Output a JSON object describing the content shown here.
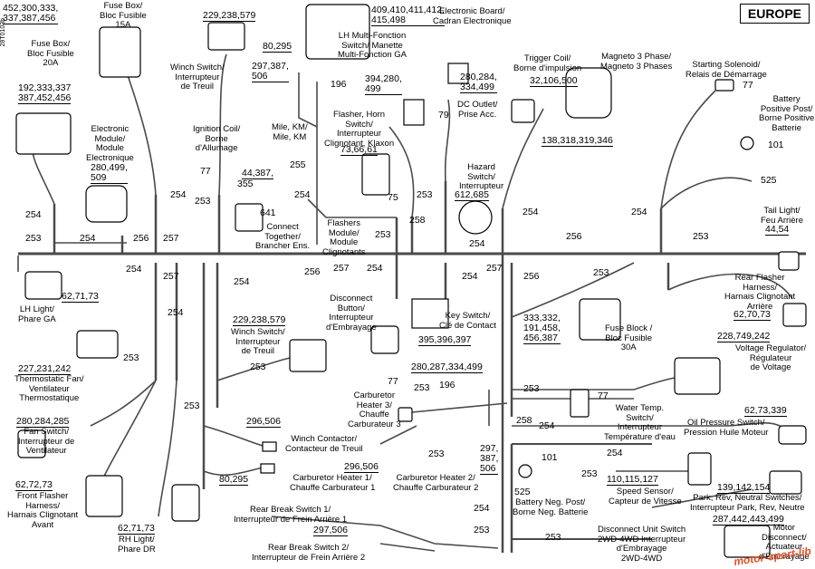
{
  "region": "EUROPE",
  "doc_id": "28T0103b",
  "watermark": "motor-sport-lib",
  "wire_numbers": [
    {
      "id": "w254a",
      "text": "254"
    },
    {
      "id": "w253a",
      "text": "253"
    },
    {
      "id": "w254b",
      "text": "254"
    },
    {
      "id": "w256a",
      "text": "256"
    },
    {
      "id": "w257a",
      "text": "257"
    },
    {
      "id": "w254c",
      "text": "254"
    },
    {
      "id": "w253b",
      "text": "253"
    },
    {
      "id": "w255",
      "text": "255"
    },
    {
      "id": "w254d",
      "text": "254"
    },
    {
      "id": "w253c",
      "text": "253"
    },
    {
      "id": "w258a",
      "text": "258"
    },
    {
      "id": "w254e",
      "text": "254"
    },
    {
      "id": "w256b",
      "text": "256"
    },
    {
      "id": "w254f",
      "text": "254"
    },
    {
      "id": "w253d",
      "text": "253"
    },
    {
      "id": "w254g",
      "text": "254"
    },
    {
      "id": "w257b",
      "text": "257"
    },
    {
      "id": "w254h",
      "text": "254"
    },
    {
      "id": "w256c",
      "text": "256"
    },
    {
      "id": "w257c",
      "text": "257"
    },
    {
      "id": "w254i",
      "text": "254"
    },
    {
      "id": "w253e",
      "text": "253"
    },
    {
      "id": "w257d",
      "text": "257"
    },
    {
      "id": "w256d",
      "text": "256"
    },
    {
      "id": "w253f",
      "text": "253"
    },
    {
      "id": "w254j",
      "text": "254"
    },
    {
      "id": "w254k",
      "text": "254"
    },
    {
      "id": "w253g",
      "text": "253"
    },
    {
      "id": "w254l",
      "text": "254"
    },
    {
      "id": "w253h",
      "text": "253"
    },
    {
      "id": "w253i",
      "text": "253"
    },
    {
      "id": "w253j",
      "text": "253"
    },
    {
      "id": "w196b",
      "text": "196"
    },
    {
      "id": "w253k",
      "text": "253"
    },
    {
      "id": "w258b",
      "text": "258"
    },
    {
      "id": "w254m",
      "text": "254"
    },
    {
      "id": "w254n",
      "text": "254"
    },
    {
      "id": "w253l",
      "text": "253"
    },
    {
      "id": "w254o",
      "text": "254"
    },
    {
      "id": "w253m",
      "text": "253"
    },
    {
      "id": "w253n",
      "text": "253"
    },
    {
      "id": "w253o",
      "text": "253"
    },
    {
      "id": "w196a",
      "text": "196"
    },
    {
      "id": "w75",
      "text": "75"
    },
    {
      "id": "w77a",
      "text": "77"
    },
    {
      "id": "w77b",
      "text": "77"
    },
    {
      "id": "w77c",
      "text": "77"
    },
    {
      "id": "w77d",
      "text": "77"
    },
    {
      "id": "w79",
      "text": "79"
    },
    {
      "id": "w101a",
      "text": "101"
    },
    {
      "id": "w101b",
      "text": "101"
    },
    {
      "id": "w525a",
      "text": "525"
    },
    {
      "id": "w525b",
      "text": "525"
    },
    {
      "id": "w641",
      "text": "641"
    },
    {
      "id": "w355",
      "text": "355"
    }
  ],
  "part_numbers": [
    {
      "id": "p_fuse15",
      "text": "452,300,333,\n337,387,456"
    },
    {
      "id": "p_fuse20",
      "text": "192,333,337\n387,452,456"
    },
    {
      "id": "p_winch1",
      "text": "229,238,579"
    },
    {
      "id": "p_mile1",
      "text": "80,295"
    },
    {
      "id": "p_mile2",
      "text": "297,387,\n506"
    },
    {
      "id": "p_elec",
      "text": "409,410,411,412,\n415,498"
    },
    {
      "id": "p_ecm",
      "text": "280,499,\n509"
    },
    {
      "id": "p_flasherhorn",
      "text": "394,280,\n499"
    },
    {
      "id": "p_dcout",
      "text": "280,284,\n334,499"
    },
    {
      "id": "p_trig",
      "text": "32,106,500"
    },
    {
      "id": "p_mag",
      "text": "138,318,319,346"
    },
    {
      "id": "p_klax",
      "text": "73,66,61"
    },
    {
      "id": "p_connect",
      "text": "44,387,"
    },
    {
      "id": "p_hazard",
      "text": "612,685"
    },
    {
      "id": "p_tail",
      "text": "44,54"
    },
    {
      "id": "p_lhl",
      "text": "62,71,73"
    },
    {
      "id": "p_thermo",
      "text": "227,231,242"
    },
    {
      "id": "p_fan",
      "text": "280,284,285"
    },
    {
      "id": "p_ffl",
      "text": "62,72,73"
    },
    {
      "id": "p_rhl",
      "text": "62,71,73"
    },
    {
      "id": "p_winch2",
      "text": "229,238,579"
    },
    {
      "id": "p_contact",
      "text": "296,506"
    },
    {
      "id": "p_carb1",
      "text": "80,295"
    },
    {
      "id": "p_carb2",
      "text": "296,506"
    },
    {
      "id": "p_carb3",
      "text": "297,\n387,\n506"
    },
    {
      "id": "p_disc",
      "text": "280,287,334,499"
    },
    {
      "id": "p_key",
      "text": "395,396,397"
    },
    {
      "id": "p_fuse30",
      "text": "333,332,\n191,458,\n456,387"
    },
    {
      "id": "p_rear",
      "text": "62,70,73"
    },
    {
      "id": "p_volt",
      "text": "228,749,242"
    },
    {
      "id": "p_oil",
      "text": "62,73,339"
    },
    {
      "id": "p_speed",
      "text": "110,115,127"
    },
    {
      "id": "p_park",
      "text": "139,142,154"
    },
    {
      "id": "p_rbs",
      "text": "297,506"
    },
    {
      "id": "p_motor",
      "text": "287,442,443,499"
    },
    {
      "id": "p_101",
      "text": "101"
    }
  ],
  "labels": [
    {
      "id": "l_fuse15",
      "text": "Fuse Box/\nBloc Fusible\n15A"
    },
    {
      "id": "l_fuse20",
      "text": "Fuse Box/\nBloc Fusible\n20A"
    },
    {
      "id": "l_winch1",
      "text": "Winch Switch/\nInterrupteur\nde Treuil"
    },
    {
      "id": "l_mile",
      "text": "Mile, KM/\nMile, KM"
    },
    {
      "id": "l_elec",
      "text": "Electronic Board/\nCadran Electronique"
    },
    {
      "id": "l_lhmulti",
      "text": "LH Multi-Fonction\nSwitch/ Manette\nMulti-Fonction GA"
    },
    {
      "id": "l_ecm",
      "text": "Electronic\nModule/\nModule\nElectronique"
    },
    {
      "id": "l_ign",
      "text": "Ignition Coil/\nBorne\nd'Allumage"
    },
    {
      "id": "l_flasherhorn",
      "text": "Flasher, Horn\nSwitch/\nInterrupteur\nClignotant, Klaxon"
    },
    {
      "id": "l_dcout",
      "text": "DC Outlet/\nPrise Acc."
    },
    {
      "id": "l_trig",
      "text": "Trigger Coil/\nBorne d'impulsion"
    },
    {
      "id": "l_mag",
      "text": "Magneto 3 Phase/\nMagneto 3 Phases"
    },
    {
      "id": "l_start",
      "text": "Starting Solenoid/\nRelais de Démarrage"
    },
    {
      "id": "l_batpos",
      "text": "Battery\nPositive Post/\nBorne Positive\nBatterie"
    },
    {
      "id": "l_hazard",
      "text": "Hazard\nSwitch/\nInterrupteur"
    },
    {
      "id": "l_connect",
      "text": "Connect\nTogether/\nBrancher Ens."
    },
    {
      "id": "l_flashers",
      "text": "Flashers\nModule/\nModule\nClignotants"
    },
    {
      "id": "l_tail",
      "text": "Tail Light/\nFeu Arrière"
    },
    {
      "id": "l_lhl",
      "text": "LH Light/\nPhare GA"
    },
    {
      "id": "l_thermo",
      "text": "Thermostatic Fan/\nVentilateur\nThermostatique"
    },
    {
      "id": "l_fan",
      "text": "Fan Switch/\nInterrupteur de\nVentilateur"
    },
    {
      "id": "l_ffl",
      "text": "Front Flasher\nHarness/\nHarnais Clignotant\nAvant"
    },
    {
      "id": "l_rhl",
      "text": "RH Light/\nPhare DR"
    },
    {
      "id": "l_winch2",
      "text": "Winch Switch/\nInterrupteur\nde Treuil"
    },
    {
      "id": "l_contact",
      "text": "Winch Contactor/\nContacteur de Treuil"
    },
    {
      "id": "l_carb1",
      "text": "Carburetor Heater 1/\nChauffe Carburateur 1"
    },
    {
      "id": "l_carb2",
      "text": "Carburetor Heater 2/\nChauffe Carburateur 2"
    },
    {
      "id": "l_carb3",
      "text": "Carburetor\nHeater 3/\nChauffe\nCarburateur 3"
    },
    {
      "id": "l_disc",
      "text": "Disconnect\nButton/\nInterrupteur\nd'Embrayage"
    },
    {
      "id": "l_key",
      "text": "Key Switch/\nClé de Contact"
    },
    {
      "id": "l_fuse30",
      "text": "Fuse Block /\nBloc Fusible\n30A"
    },
    {
      "id": "l_rear",
      "text": "Rear Flasher\nHarness/\nHarnais Clignotant\nArrière"
    },
    {
      "id": "l_volt",
      "text": "Voltage Regulator/\nRégulateur\nde Voltage"
    },
    {
      "id": "l_water",
      "text": "Water Temp.\nSwitch/\nInterrupteur\nTempérature d'eau"
    },
    {
      "id": "l_oil",
      "text": "Oil Pressure Switch/\nPression Huile Moteur"
    },
    {
      "id": "l_speed",
      "text": "Speed Sensor/\nCapteur de Vitesse"
    },
    {
      "id": "l_batneg",
      "text": "Battery Neg. Post/\nBorne Neg. Batterie"
    },
    {
      "id": "l_park",
      "text": "Park, Rev, Neutral Switches/\nInterrupteur Park, Rev, Neutre"
    },
    {
      "id": "l_rbs1",
      "text": "Rear Break Switch 1/\nInterrupteur de Frein Arrière 1"
    },
    {
      "id": "l_rbs2",
      "text": "Rear Break Switch 2/\nInterrupteur de Frein Arrière 2"
    },
    {
      "id": "l_unit",
      "text": "Disconnect Unit Switch\n2WD-4WD Interrupteur\nd'Embrayage\n2WD-4WD"
    },
    {
      "id": "l_motor",
      "text": "Motor\nDisconnect/\nActuateur\nd'Embrayage"
    }
  ]
}
